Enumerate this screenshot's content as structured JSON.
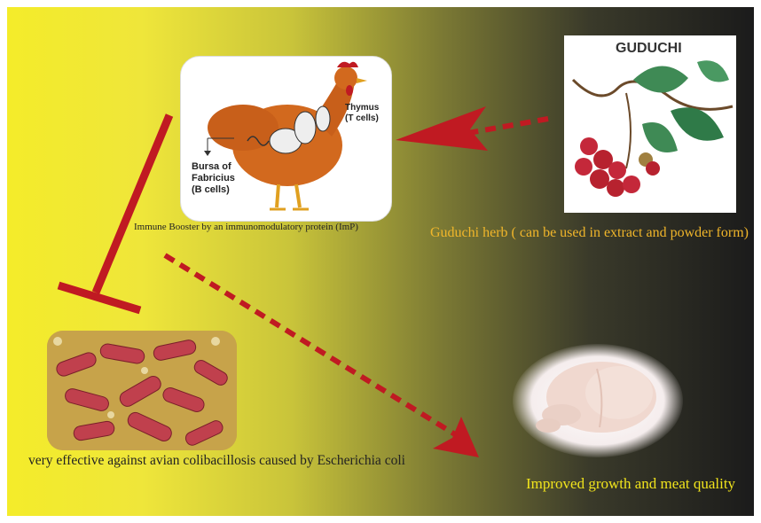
{
  "labels": {
    "chicken_caption": "Immune Booster by  an immunomodulatory protein (ImP)",
    "herb_caption": "Guduchi herb ( can be used in extract and powder form)",
    "bacteria_caption": "very effective against avian colibacillosis caused by Escherichia coli",
    "meat_caption": "Improved growth and meat quality",
    "herb_title": "GUDUCHI",
    "thymus_label": "Thymus\n(T cells)",
    "bursa_label": "Bursa of\nFabricius\n(B cells)"
  },
  "colors": {
    "arrow_red": "#c01a22",
    "herb_text": "#f1b62a",
    "meat_text": "#f1e41c",
    "dark_text": "#222222"
  }
}
